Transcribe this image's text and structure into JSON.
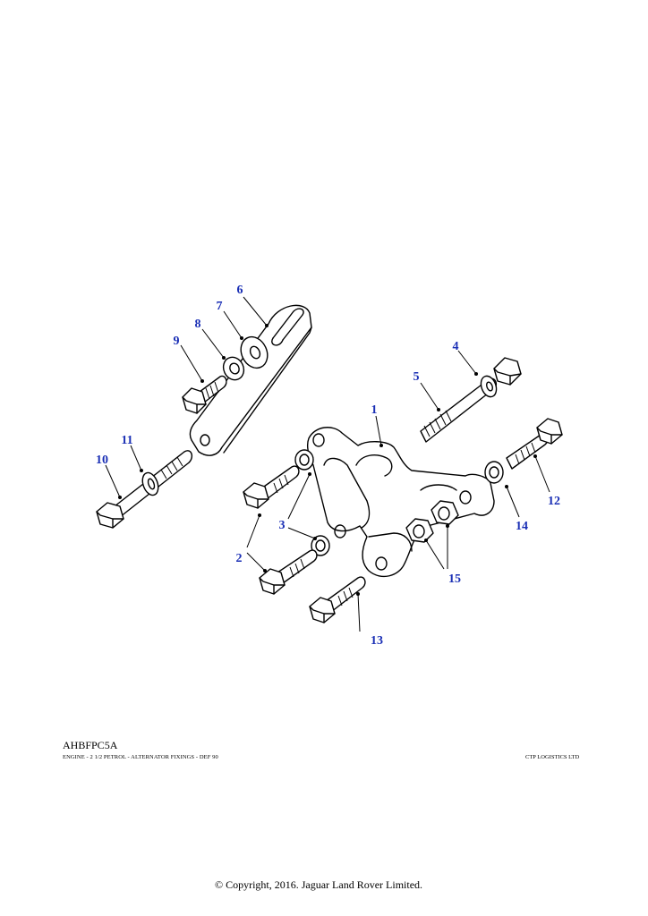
{
  "diagram": {
    "code": "AHBFPC5A",
    "description": "ENGINE - 2 1/2 PETROL - ALTERNATOR FIXINGS - DEF 90",
    "vendor": "CTP LOGISTICS LTD",
    "copyright": "© Copyright, 2016. Jaguar Land Rover Limited.",
    "callouts": [
      "1",
      "2",
      "3",
      "4",
      "5",
      "6",
      "7",
      "8",
      "9",
      "10",
      "11",
      "12",
      "13",
      "14",
      "15"
    ],
    "accent_color": "#1a2fb5"
  }
}
